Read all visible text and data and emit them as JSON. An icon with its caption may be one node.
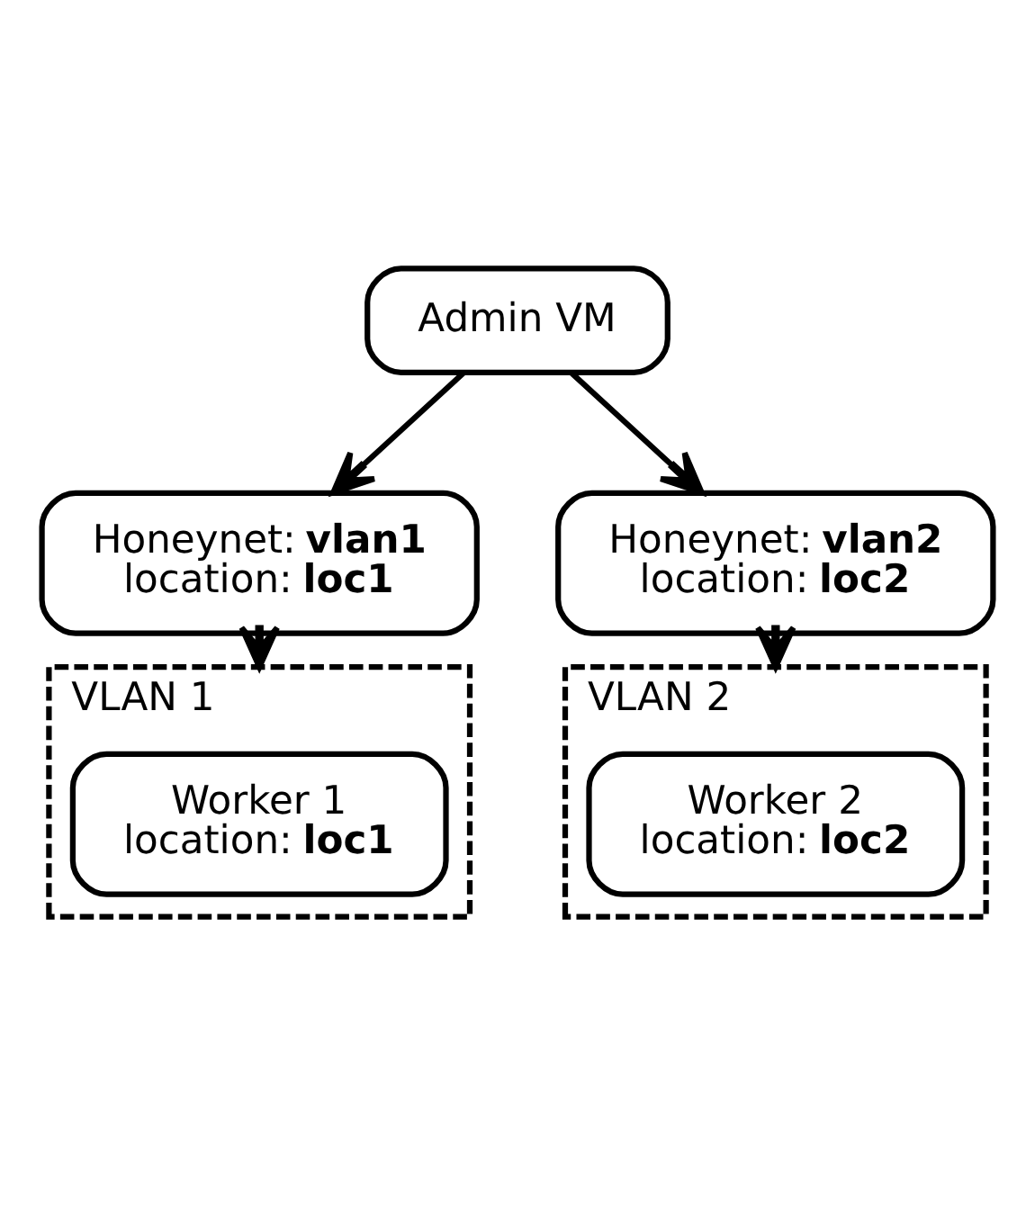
{
  "diagram": {
    "nodes": [
      {
        "text": [
          "Admin VM"
        ]
      },
      {
        "text": [
          "Honeynet: **vlan1**",
          "location: **loc1**"
        ]
      },
      {
        "text": [
          "Honeynet: **vlan2**",
          "location: **loc2**"
        ]
      },
      {
        "text": [
          "VLAN 1"
        ]
      },
      {
        "text": [
          "Worker 1",
          "location: **loc1**"
        ],
        "in": 3
      },
      {
        "text": [
          "VLAN 2"
        ]
      },
      {
        "text": [
          "Worker 2",
          "location: **loc2**"
        ],
        "in": 5
      }
    ],
    "edges": [
      {
        "from": 0,
        "to": 1,
        "arrow": "to"
      },
      {
        "from": 0,
        "to": 2,
        "arrow": "to"
      },
      {
        "from": 1,
        "to": 3,
        "arrow": "to"
      },
      {
        "from": 2,
        "to": 5,
        "arrow": "to"
      }
    ]
  }
}
